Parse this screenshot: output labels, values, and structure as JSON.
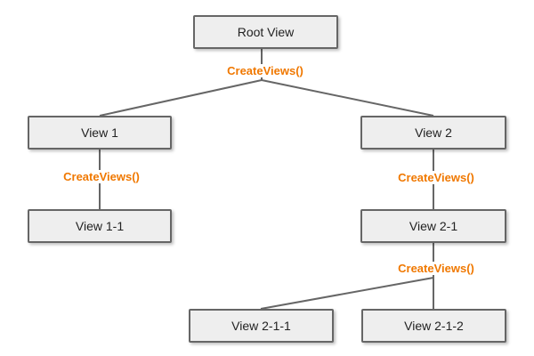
{
  "colors": {
    "node_fill": "#eeeeee",
    "node_border": "#666666",
    "edge": "#666666",
    "call_label": "#f07800"
  },
  "nodes": {
    "root": "Root View",
    "view_1": "View 1",
    "view_2": "View 2",
    "view_1_1": "View 1-1",
    "view_2_1": "View 2-1",
    "view_2_1_1": "View 2-1-1",
    "view_2_1_2": "View 2-1-2"
  },
  "calls": {
    "root": "CreateViews()",
    "view_1": "CreateViews()",
    "view_2": "CreateViews()",
    "view_2_1": "CreateViews()"
  }
}
